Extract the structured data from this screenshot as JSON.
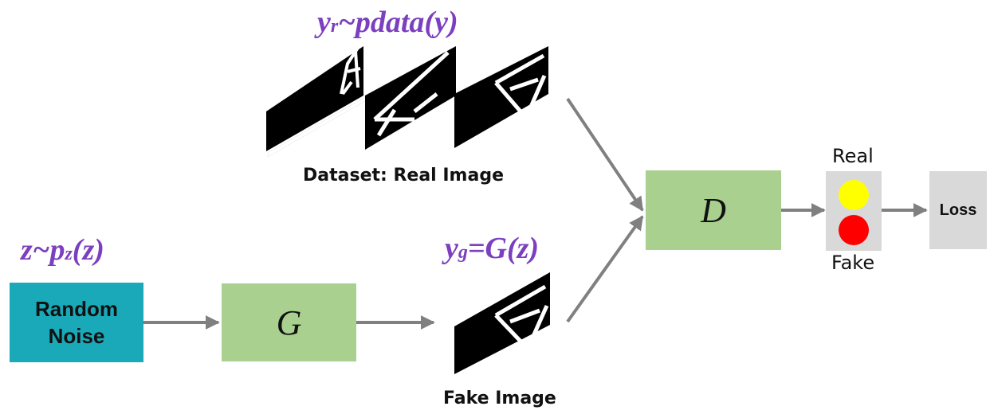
{
  "formulas": {
    "real": {
      "base": "y",
      "sub": "r",
      "rest": "~pdata(y)"
    },
    "noise": {
      "base": "z~p",
      "sub": "z",
      "rest": "(z)"
    },
    "fake": {
      "base": "y",
      "sub": "g",
      "rest": "=G(z)"
    }
  },
  "captions": {
    "dataset": "Dataset: Real Image",
    "fake": "Fake Image"
  },
  "nodes": {
    "noise_line1": "Random",
    "noise_line2": "Noise",
    "generator": "G",
    "discriminator": "D",
    "loss": "Loss"
  },
  "outputs": {
    "real": "Real",
    "fake": "Fake",
    "real_color": "#ffff00",
    "fake_color": "#ff0000"
  },
  "colors": {
    "noise_box": "#1aa9b8",
    "model_box": "#a9d08e",
    "output_box": "#d9d9d9",
    "formula_text": "#7b3fbf",
    "arrow": "#7f7f7f"
  }
}
